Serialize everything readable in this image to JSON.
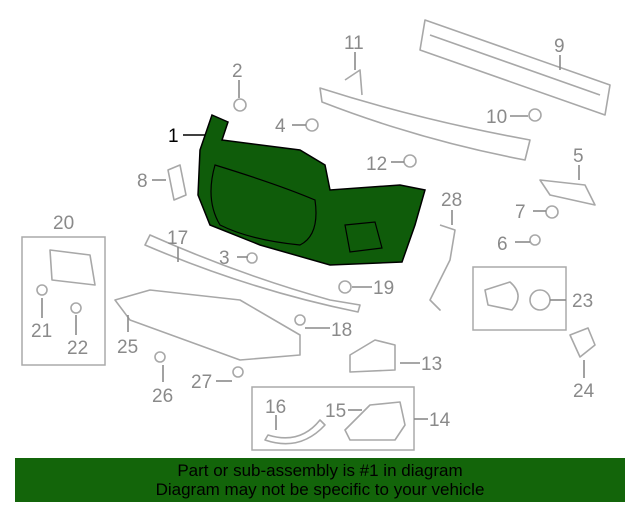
{
  "diagram": {
    "highlight_color": "#0f5c0a",
    "callouts": [
      "1",
      "2",
      "3",
      "4",
      "5",
      "6",
      "7",
      "8",
      "9",
      "10",
      "11",
      "12",
      "13",
      "14",
      "15",
      "16",
      "17",
      "18",
      "19",
      "20",
      "21",
      "22",
      "23",
      "24",
      "25",
      "26",
      "27",
      "28"
    ]
  },
  "banner": {
    "line1": "Part or sub-assembly is #1 in diagram",
    "line2": "Diagram may not be specific to your vehicle",
    "color": "#13650a"
  }
}
